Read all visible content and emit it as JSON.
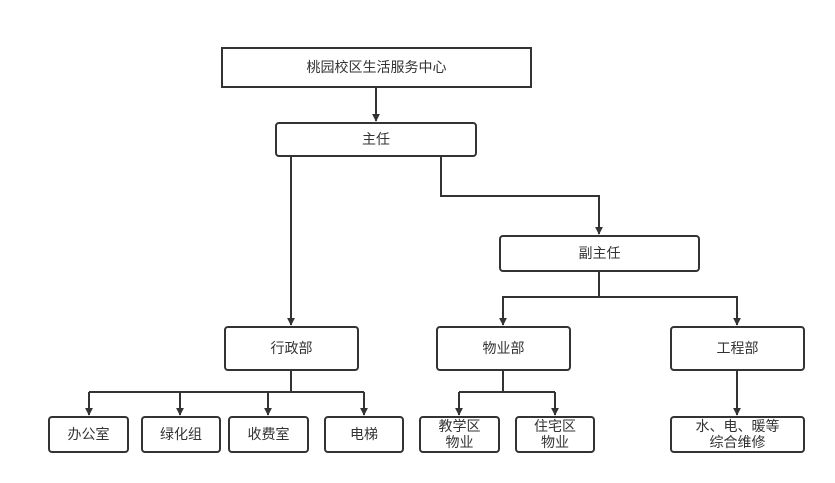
{
  "colors": {
    "line": "#333333",
    "box_fill": "#ffffff"
  },
  "nodes": {
    "root": "桃园校区生活服务中心",
    "director": "主任",
    "deputy": "副主任",
    "admin": "行政部",
    "property": "物业部",
    "engineering": "工程部",
    "office": "办公室",
    "greening": "绿化组",
    "billing": "收费室",
    "elevator": "电梯",
    "teaching_property": "教学区\n物业",
    "residential_property": "住宅区\n物业",
    "maintenance": "水、电、暖等\n综合维修"
  }
}
